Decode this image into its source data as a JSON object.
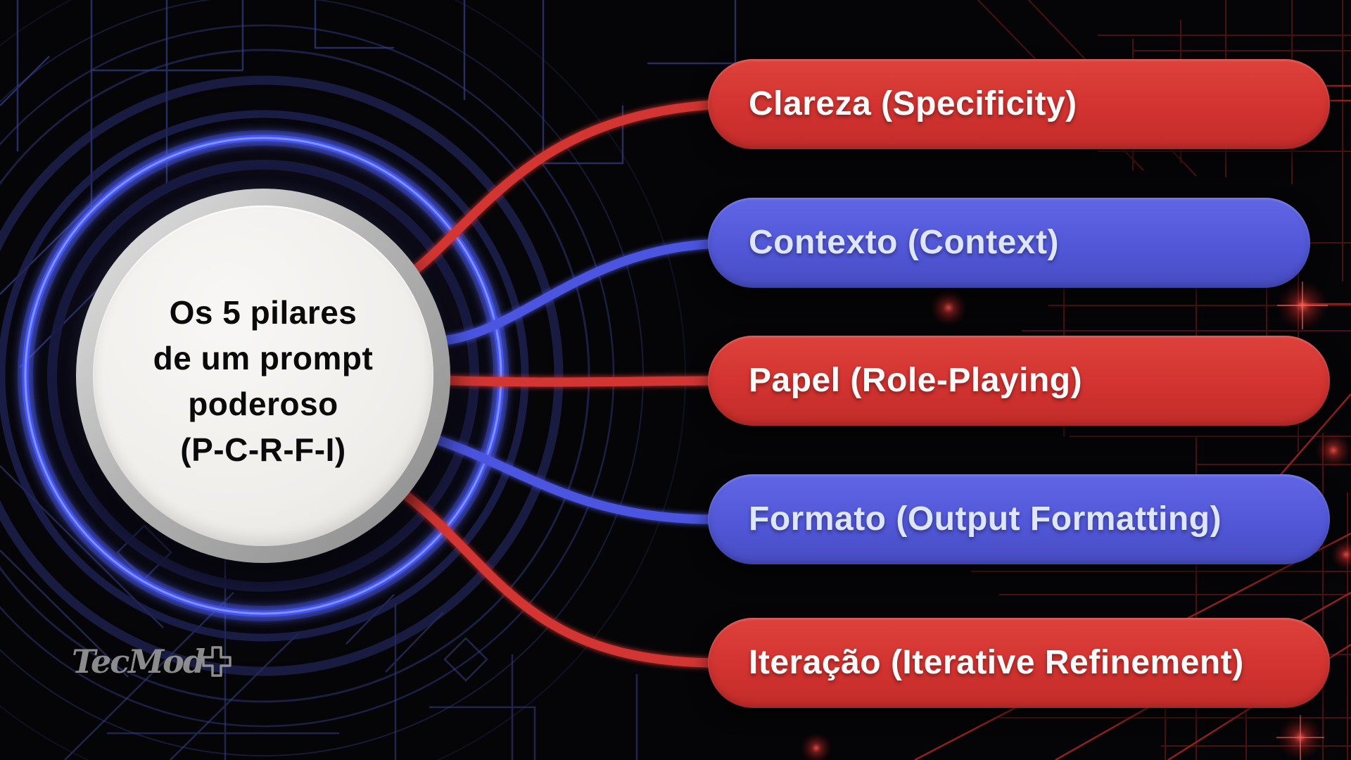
{
  "circle": {
    "lines": [
      "Os 5 pilares",
      "de um prompt",
      "poderoso",
      "(P-C-R-F-I)"
    ]
  },
  "pillars": [
    {
      "label": "Clareza (Specificity)",
      "color": "#d23330",
      "connector_color": "#d23531"
    },
    {
      "label": "Contexto (Context)",
      "color": "#5257d8",
      "connector_color": "#4c55e0"
    },
    {
      "label": "Papel (Role-Playing)",
      "color": "#d23330",
      "connector_color": "#d23531"
    },
    {
      "label": "Formato (Output Formatting)",
      "color": "#5257d8",
      "connector_color": "#4c55e0"
    },
    {
      "label": "Iteração (Iterative Refinement)",
      "color": "#d23330",
      "connector_color": "#d23531"
    }
  ],
  "logo": {
    "text": "TecMod",
    "icon": "plus-cross-icon",
    "color": "#979797"
  },
  "colors": {
    "background": "#050507",
    "accent_red": "#d23330",
    "accent_blue": "#5257d8",
    "glow_ring_blue": "#4455f0",
    "circuit_blue": "#4a56b8",
    "circuit_red": "#6b1717",
    "circle_fill": "#efeeeb",
    "circle_ring": "#a8a8a8",
    "title_text": "#0a0a0a"
  }
}
